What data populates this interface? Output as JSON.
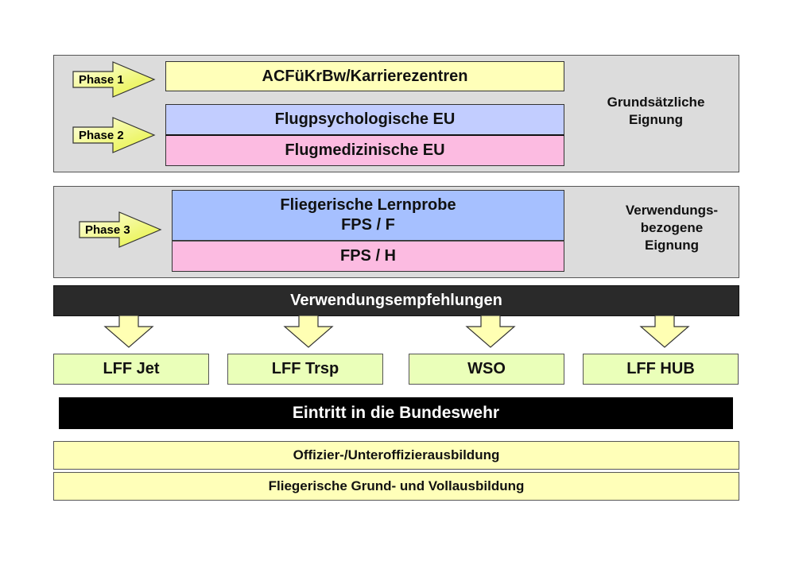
{
  "colors": {
    "panel": "#dcdcdc",
    "yellow": "#ffffb9",
    "blue_light": "#c2cdff",
    "blue": "#a6c0ff",
    "pink": "#fcbbe1",
    "green": "#eaffb9",
    "dark_bar": "#2a2a2a",
    "black_bar": "#000000"
  },
  "phases": [
    {
      "label": "Phase 1"
    },
    {
      "label": "Phase 2"
    },
    {
      "label": "Phase 3"
    }
  ],
  "panel1": {
    "box1": "ACFüKrBw/Karrierezentren",
    "box2": "Flugpsychologische EU",
    "box3": "Flugmedizinische EU",
    "side_label_line1": "Grundsätzliche",
    "side_label_line2": "Eignung"
  },
  "panel2": {
    "box1_line1": "Fliegerische Lernprobe",
    "box1_line2": "FPS / F",
    "box2": "FPS / H",
    "side_label_line1": "Verwendungs-",
    "side_label_line2": "bezogene",
    "side_label_line3": "Eignung"
  },
  "recommendations": {
    "title": "Verwendungsempfehlungen",
    "options": [
      {
        "label": "LFF Jet"
      },
      {
        "label": "LFF Trsp"
      },
      {
        "label": "WSO"
      },
      {
        "label": "LFF HUB"
      }
    ]
  },
  "entry": "Eintritt in die Bundeswehr",
  "training": [
    {
      "label": "Offizier-/Unteroffizierausbildung"
    },
    {
      "label": "Fliegerische Grund- und Vollausbildung"
    }
  ]
}
